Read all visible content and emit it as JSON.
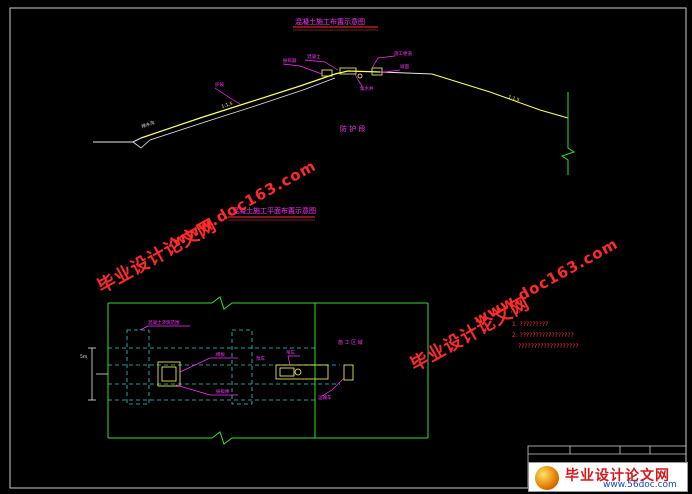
{
  "drawing": {
    "top_title": "混凝土施工布置示意图",
    "protect_label": "防  护  段",
    "plan_title": "混凝土施工平面布置示意图",
    "section_labels": [
      "振捣器",
      "混凝土",
      "施工便道",
      "1:1.5",
      "坡面",
      "1:1.5",
      "护坡",
      "排水沟",
      "集水井"
    ],
    "plan_labels": [
      "混凝土浇筑范围",
      "模板",
      "振捣棒",
      "吊车",
      "运输车",
      "泵车",
      "施 工 区 域"
    ],
    "left_dim": "5m",
    "notes": [
      "? ??",
      "1. ?????????",
      "2. ?????????????????",
      "???????????????????"
    ],
    "colors": {
      "line_white": "#e8e8e8",
      "slope_yellow": "#ffff66",
      "outline_green": "#33dd33",
      "label_magenta": "#ff33ff",
      "dash_cyan": "#33cccc",
      "note_red": "#ff3333"
    }
  },
  "watermarks": {
    "cn": "毕业设计论文网",
    "en": "www.doc163.com"
  },
  "logo": {
    "title": "毕业设计论文网",
    "url": "www.56doc.com"
  }
}
